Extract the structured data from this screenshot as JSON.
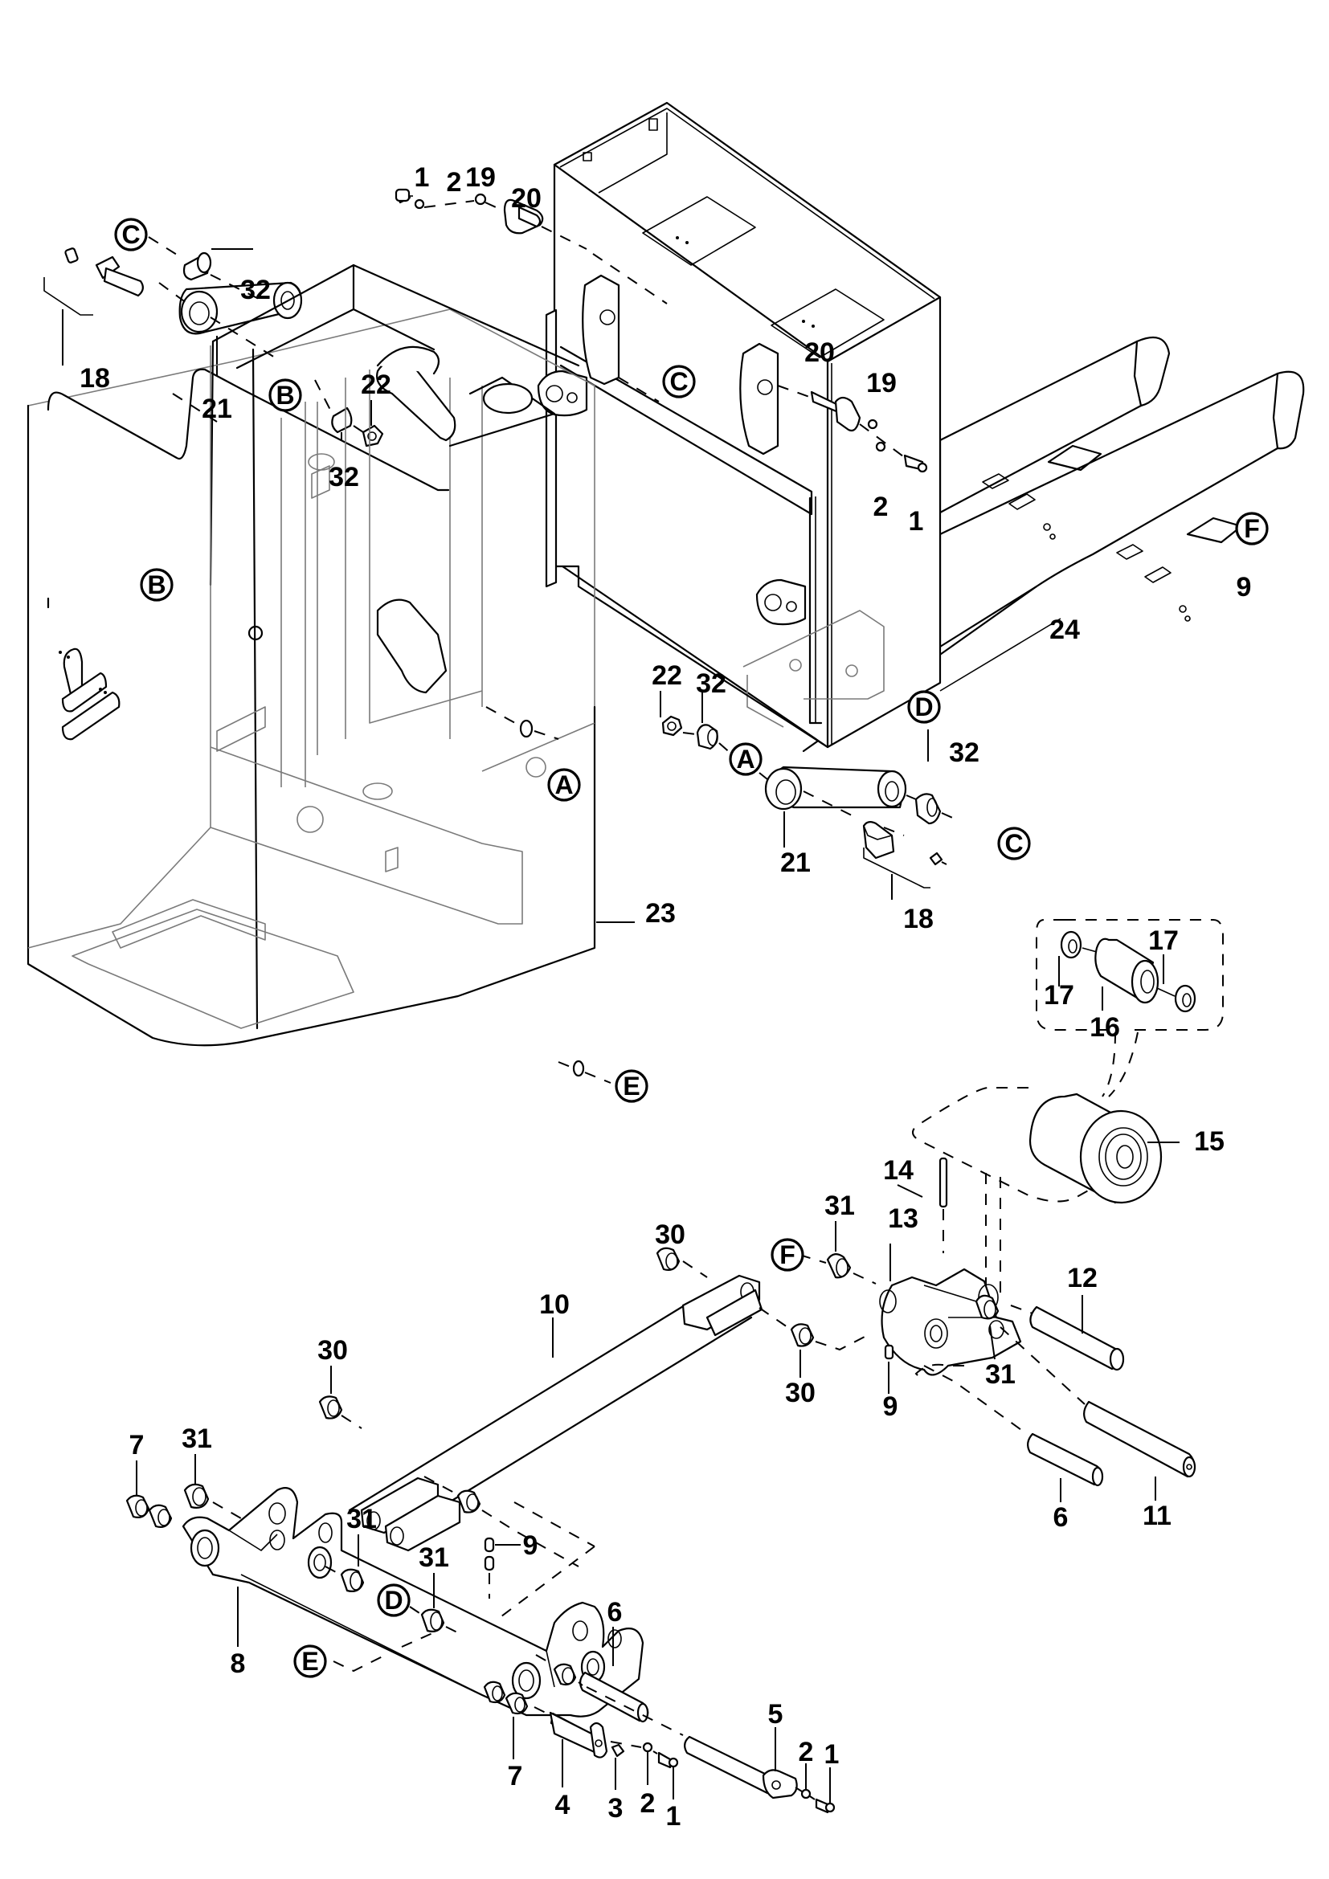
{
  "diagram": {
    "type": "exploded-parts-view",
    "subject": "pallet truck chassis, fork frame and lift linkage",
    "part_numbers": [
      "1",
      "2",
      "3",
      "4",
      "5",
      "6",
      "7",
      "8",
      "9",
      "10",
      "11",
      "12",
      "13",
      "14",
      "15",
      "16",
      "17",
      "18",
      "19",
      "20",
      "21",
      "22",
      "23",
      "24",
      "30",
      "31",
      "32"
    ],
    "callouts": [
      {
        "id": "c1a",
        "text": "1"
      },
      {
        "id": "c2a",
        "text": "2"
      },
      {
        "id": "c19a",
        "text": "19"
      },
      {
        "id": "c20a",
        "text": "20"
      },
      {
        "id": "c32a",
        "text": "32"
      },
      {
        "id": "c18a",
        "text": "18"
      },
      {
        "id": "c21a",
        "text": "21"
      },
      {
        "id": "c22a",
        "text": "22"
      },
      {
        "id": "c32b",
        "text": "32"
      },
      {
        "id": "c20b",
        "text": "20"
      },
      {
        "id": "c19b",
        "text": "19"
      },
      {
        "id": "c2b",
        "text": "2"
      },
      {
        "id": "c1b",
        "text": "1"
      },
      {
        "id": "c9a",
        "text": "9"
      },
      {
        "id": "c24",
        "text": "24"
      },
      {
        "id": "c22b",
        "text": "22"
      },
      {
        "id": "c32c",
        "text": "32"
      },
      {
        "id": "c32d",
        "text": "32"
      },
      {
        "id": "c21b",
        "text": "21"
      },
      {
        "id": "c18b",
        "text": "18"
      },
      {
        "id": "c23",
        "text": "23"
      },
      {
        "id": "c17a",
        "text": "17"
      },
      {
        "id": "c17b",
        "text": "17"
      },
      {
        "id": "c16",
        "text": "16"
      },
      {
        "id": "c15",
        "text": "15"
      },
      {
        "id": "c14",
        "text": "14"
      },
      {
        "id": "c13",
        "text": "13"
      },
      {
        "id": "c12",
        "text": "12"
      },
      {
        "id": "c30a",
        "text": "30"
      },
      {
        "id": "c31a",
        "text": "31"
      },
      {
        "id": "c30b",
        "text": "30"
      },
      {
        "id": "c9b",
        "text": "9"
      },
      {
        "id": "c31b",
        "text": "31"
      },
      {
        "id": "c11",
        "text": "11"
      },
      {
        "id": "c6a",
        "text": "6"
      },
      {
        "id": "c10",
        "text": "10"
      },
      {
        "id": "c30c",
        "text": "30"
      },
      {
        "id": "c7a",
        "text": "7"
      },
      {
        "id": "c31c",
        "text": "31"
      },
      {
        "id": "c31d",
        "text": "31"
      },
      {
        "id": "c31e",
        "text": "31"
      },
      {
        "id": "c9c",
        "text": "9"
      },
      {
        "id": "c8",
        "text": "8"
      },
      {
        "id": "c6b",
        "text": "6"
      },
      {
        "id": "c7b",
        "text": "7"
      },
      {
        "id": "c4",
        "text": "4"
      },
      {
        "id": "c3",
        "text": "3"
      },
      {
        "id": "c2c",
        "text": "2"
      },
      {
        "id": "c1c",
        "text": "1"
      },
      {
        "id": "c5",
        "text": "5"
      },
      {
        "id": "c2d",
        "text": "2"
      },
      {
        "id": "c1d",
        "text": "1"
      }
    ],
    "reference_markers": [
      {
        "id": "rC1",
        "text": "C"
      },
      {
        "id": "rB1",
        "text": "B"
      },
      {
        "id": "rC2",
        "text": "C"
      },
      {
        "id": "rF1",
        "text": "F"
      },
      {
        "id": "rB2",
        "text": "B"
      },
      {
        "id": "rA1",
        "text": "A"
      },
      {
        "id": "rD1",
        "text": "D"
      },
      {
        "id": "rA2",
        "text": "A"
      },
      {
        "id": "rC3",
        "text": "C"
      },
      {
        "id": "rE1",
        "text": "E"
      },
      {
        "id": "rF2",
        "text": "F"
      },
      {
        "id": "rD2",
        "text": "D"
      },
      {
        "id": "rE2",
        "text": "E"
      }
    ],
    "colors": {
      "line": "#000000",
      "hidden_line": "#7a7a7a",
      "background": "#ffffff"
    }
  }
}
